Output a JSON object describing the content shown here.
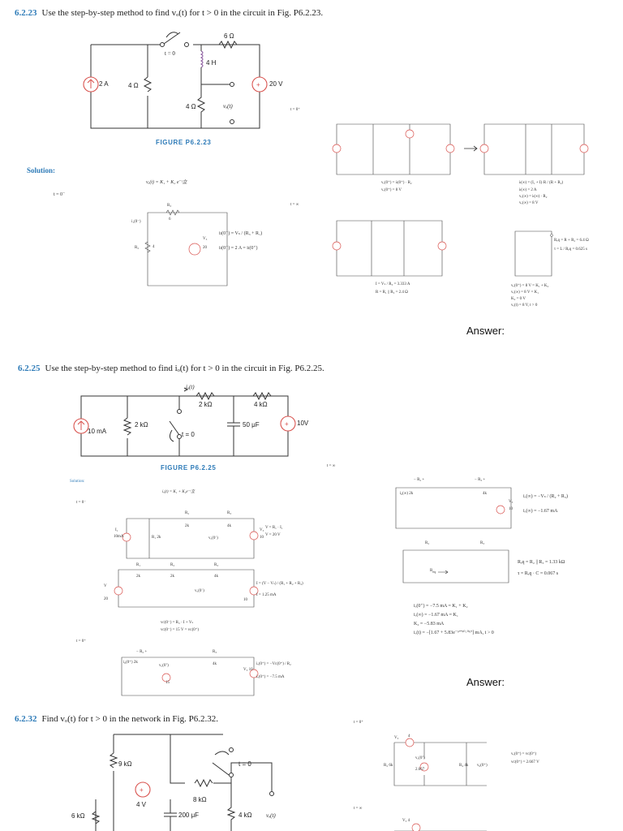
{
  "problems": {
    "p1": {
      "number": "6.2.23",
      "text": "Use the step-by-step method to find vₒ(t) for t > 0 in the circuit in Fig. P6.2.23."
    },
    "p2": {
      "number": "6.2.25",
      "text": "Use the step-by-step method to find iₒ(t) for t > 0 in the circuit in Fig. P6.2.25."
    },
    "p3": {
      "number": "6.2.32",
      "text": "Find vₒ(t) for t > 0 in the network in Fig. P6.2.32."
    }
  },
  "figures": {
    "f1": "FIGURE P6.2.23",
    "f2": "FIGURE P6.2.25"
  },
  "labels": {
    "solution": "Solution:",
    "answer": "Answer:",
    "t0minus": "t = 0⁻",
    "t0plus": "t = 0⁺",
    "tinf": "t = ∞"
  },
  "circuit1": {
    "current_source": "2 A",
    "r1": "4 Ω",
    "r_top": "6 Ω",
    "inductor": "4 H",
    "r2": "4 Ω",
    "voltage_source": "20 V",
    "switch_time": "t = 0",
    "output": "vₒ(t)"
  },
  "circuit2": {
    "current_source": "10 mA",
    "r1": "2 kΩ",
    "r_top": "2 kΩ",
    "r_right": "4 kΩ",
    "capacitor": "50 μF",
    "voltage_source": "10V",
    "switch_time": "t = 0",
    "output": "iₒ(t)"
  },
  "circuit3": {
    "r_top": "9 kΩ",
    "voltage_source": "4 V",
    "r_mid": "8 kΩ",
    "r_left": "6 kΩ",
    "capacitor": "200 μF",
    "r_right": "4 kΩ",
    "switch_time": "t = 0",
    "output": "vₒ(t)"
  },
  "solution1": {
    "general": "vₒ(t) = K₁ + K₂ e⁻ᵗ⽴",
    "eq1": "iₗ(0⁻) = Vₛ / (R₃ + R₁)",
    "eq2": "iₗ(0⁻) = 2 A = iₗ(0⁺)",
    "mid1": "vₒ(0⁺) = iₗ(0⁺) · R₂",
    "mid2": "vₒ(0⁺) = 8 V",
    "right1": "iₗ(∞) = (I₁ + I)·R / (R + R₂)",
    "right2": "iₗ(∞) = 2 A",
    "right3": "vₒ(∞) = iₗ(∞) · R₂",
    "right4": "vₒ(∞) = 8 V",
    "norton1": "I = Vₛ / R₃ = 3.333 A",
    "norton2": "R = R₁ || R₃ = 2.4 Ω",
    "req1": "Rₑq = R + R₂ = 6.4 Ω",
    "req2": "τ = L / Rₑq = 0.625 s",
    "fin1": "vₒ(0⁺) = 8 V = K₁ + K₂",
    "fin2": "vₒ(∞) = 8 V = K₁",
    "fin3": "K₂ = 0 V",
    "fin4": "vₒ(t) = 8 V,  t > 0"
  },
  "solution2": {
    "general": "iₒ(t) = K₁ + K₂e⁻ᵗ⽴",
    "a1": "V = R₁ · I₁",
    "a2": "V = 20 V",
    "b1": "I = (V − Vₛ) / (R₁ + R₂ + R₃)",
    "b2": "I = 1.25 mA",
    "c1": "vᴄ(0⁻) = R₃ · I + Vₛ",
    "c2": "vᴄ(0⁻) = 15 V = vᴄ(0⁺)",
    "d1": "iₒ(0⁺) = −Vᴄ(0⁺) / R₂",
    "d2": "iₒ(0⁺) = −7.5 mA",
    "e1": "iₒ(∞) = −Vₛ / (R₂ + R₃)",
    "e2": "iₒ(∞) = −1.67 mA",
    "f1": "Rₑq = R₂ || R₃ = 1.33 kΩ",
    "f2": "τ = Rₑq · C = 0.067 s",
    "g1": "iₒ(0⁺) = −7.5 mA = K₁ + K₂",
    "g2": "iₒ(∞) = −1.67 mA = K₁",
    "g3": "K₂ = −5.83 mA",
    "g4": "iₒ(t) = −[1.67 + 5.83e⁻ᵗ⼍⁰·⁰⁶⁷] mA,  t > 0"
  },
  "solution3": {
    "h1": "vₒ(0⁺) = vᴄ(0⁺)",
    "h2": "vᴄ(0⁺) = 2.667 V",
    "cap_val": "2.667"
  }
}
